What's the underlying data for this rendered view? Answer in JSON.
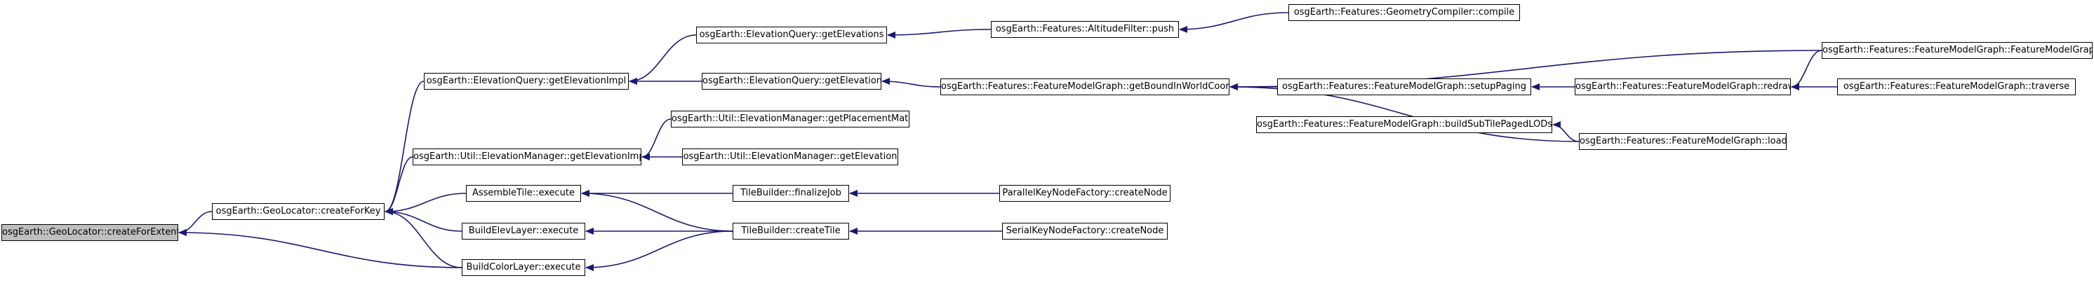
{
  "edge_color": "#191970",
  "root_fill": "#bfbfbf",
  "nodes": [
    {
      "id": "root",
      "label": "osgEarth::GeoLocator::createForExtent",
      "root": true
    },
    {
      "id": "cfk",
      "label": "osgEarth::GeoLocator::createForKey"
    },
    {
      "id": "bcl",
      "label": "BuildColorLayer::execute"
    },
    {
      "id": "eqgei",
      "label": "osgEarth::ElevationQuery::getElevationImpl"
    },
    {
      "id": "uemgei",
      "label": "osgEarth::Util::ElevationManager::getElevationImpl"
    },
    {
      "id": "ate",
      "label": "AssembleTile::execute"
    },
    {
      "id": "bel",
      "label": "BuildElevLayer::execute"
    },
    {
      "id": "eqges",
      "label": "osgEarth::ElevationQuery::getElevations"
    },
    {
      "id": "eqge",
      "label": "osgEarth::ElevationQuery::getElevation"
    },
    {
      "id": "uemgpm",
      "label": "osgEarth::Util::ElevationManager::getPlacementMatrix"
    },
    {
      "id": "uemge",
      "label": "osgEarth::Util::ElevationManager::getElevation"
    },
    {
      "id": "tbfj",
      "label": "TileBuilder::finalizeJob"
    },
    {
      "id": "tbct",
      "label": "TileBuilder::createTile"
    },
    {
      "id": "afp",
      "label": "osgEarth::Features::AltitudeFilter::push"
    },
    {
      "id": "fmggb",
      "label": "osgEarth::Features::FeatureModelGraph::getBoundInWorldCoords"
    },
    {
      "id": "pkn",
      "label": "ParallelKeyNodeFactory::createNode"
    },
    {
      "id": "skn",
      "label": "SerialKeyNodeFactory::createNode"
    },
    {
      "id": "gcc",
      "label": "osgEarth::Features::GeometryCompiler::compile"
    },
    {
      "id": "fmgsp",
      "label": "osgEarth::Features::FeatureModelGraph::setupPaging"
    },
    {
      "id": "fmgbs",
      "label": "osgEarth::Features::FeatureModelGraph::buildSubTilePagedLODs"
    },
    {
      "id": "fmgr",
      "label": "osgEarth::Features::FeatureModelGraph::redraw"
    },
    {
      "id": "fmgl",
      "label": "osgEarth::Features::FeatureModelGraph::load"
    },
    {
      "id": "fmgc",
      "label": "osgEarth::Features::FeatureModelGraph::FeatureModelGraph"
    },
    {
      "id": "fmgt",
      "label": "osgEarth::Features::FeatureModelGraph::traverse"
    }
  ],
  "edges": [
    {
      "from": "cfk",
      "to": "root"
    },
    {
      "from": "bcl",
      "to": "root"
    },
    {
      "from": "eqgei",
      "to": "cfk"
    },
    {
      "from": "uemgei",
      "to": "cfk"
    },
    {
      "from": "ate",
      "to": "cfk"
    },
    {
      "from": "bel",
      "to": "cfk"
    },
    {
      "from": "bcl",
      "to": "cfk"
    },
    {
      "from": "eqges",
      "to": "eqgei"
    },
    {
      "from": "eqge",
      "to": "eqgei"
    },
    {
      "from": "uemgpm",
      "to": "uemgei"
    },
    {
      "from": "uemge",
      "to": "uemgei"
    },
    {
      "from": "tbfj",
      "to": "ate"
    },
    {
      "from": "tbct",
      "to": "ate"
    },
    {
      "from": "tbct",
      "to": "bel"
    },
    {
      "from": "tbct",
      "to": "bcl"
    },
    {
      "from": "afp",
      "to": "eqges"
    },
    {
      "from": "fmggb",
      "to": "eqge"
    },
    {
      "from": "pkn",
      "to": "tbfj"
    },
    {
      "from": "skn",
      "to": "tbct"
    },
    {
      "from": "gcc",
      "to": "afp"
    },
    {
      "from": "fmgc",
      "to": "fmggb"
    },
    {
      "from": "fmgsp",
      "to": "fmggb"
    },
    {
      "from": "fmgl",
      "to": "fmggb"
    },
    {
      "from": "fmgr",
      "to": "fmgsp"
    },
    {
      "from": "fmgl",
      "to": "fmgbs"
    },
    {
      "from": "fmgc",
      "to": "fmgr"
    },
    {
      "from": "fmgt",
      "to": "fmgr"
    }
  ]
}
